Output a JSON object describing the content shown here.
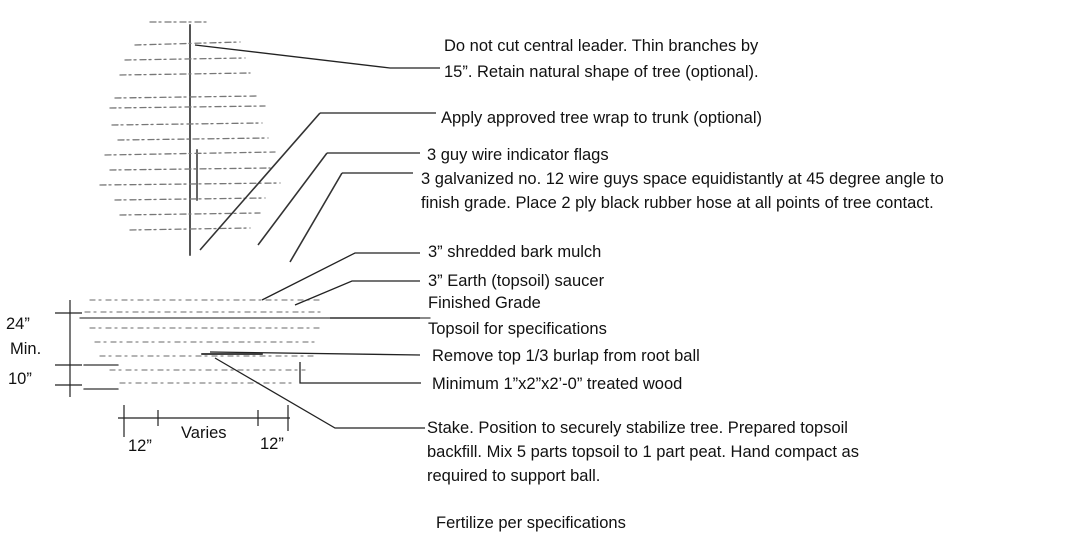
{
  "notes": {
    "central_leader_line1": "Do not cut central leader.  Thin branches by",
    "central_leader_line2": "15”. Retain natural shape of tree (optional).",
    "tree_wrap": "Apply approved tree wrap to trunk (optional)",
    "indicator_flags": "3 guy wire indicator flags",
    "wire_guys_line1": "3 galvanized no. 12 wire guys space equidistantly at 45 degree angle to",
    "wire_guys_line2": "finish grade.  Place 2 ply black rubber hose at all points of tree contact.",
    "bark_mulch": "3” shredded bark mulch",
    "earth_saucer": "3” Earth (topsoil) saucer",
    "finished_grade": "Finished Grade",
    "topsoil_specs": "Topsoil for specifications",
    "remove_burlap": "Remove top 1/3 burlap from root ball",
    "treated_wood": "Minimum 1”x2”x2’-0” treated wood",
    "stake_line1": "Stake.  Position to securely stabilize tree.  Prepared topsoil",
    "stake_line2": "backfill.  Mix 5 parts topsoil to 1 part peat.  Hand compact as",
    "stake_line3": "required to support ball.",
    "fertilize": "Fertilize per specifications"
  },
  "dimensions": {
    "depth_top": "24”",
    "depth_min": "Min.",
    "depth_bottom": "10”",
    "width_left": "12”",
    "width_middle": "Varies",
    "width_right": "12”"
  }
}
